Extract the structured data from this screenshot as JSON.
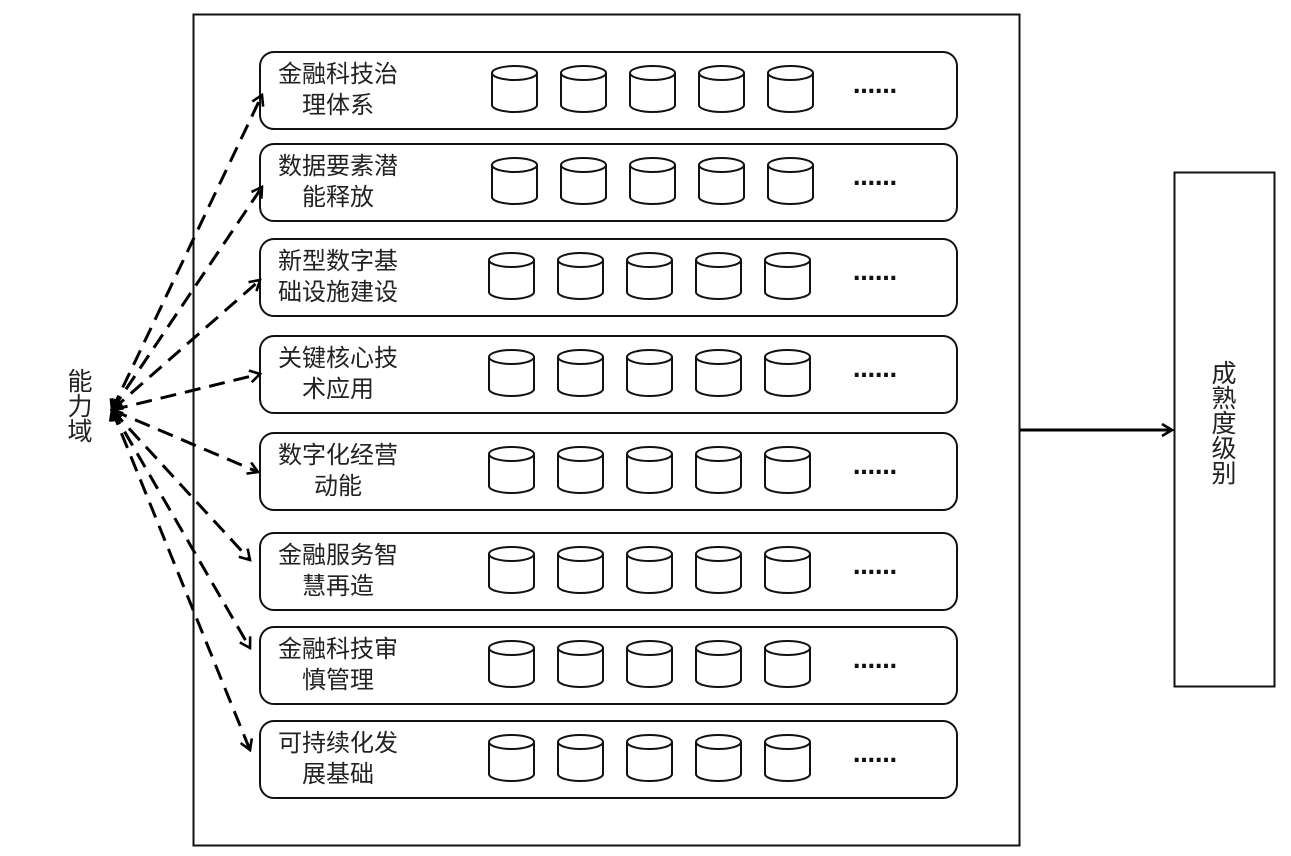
{
  "diagram": {
    "source_label": "能力域",
    "target_label": "成熟度级别",
    "ellipsis": "……",
    "items_per_row": 5,
    "rows": [
      {
        "label_line1": "金融科技治",
        "label_line2": "理体系"
      },
      {
        "label_line1": "数据要素潜",
        "label_line2": "能释放"
      },
      {
        "label_line1": "新型数字基",
        "label_line2": "础设施建设"
      },
      {
        "label_line1": "关键核心技",
        "label_line2": "术应用"
      },
      {
        "label_line1": "数字化经营",
        "label_line2": "动能"
      },
      {
        "label_line1": "金融服务智",
        "label_line2": "慧再造"
      },
      {
        "label_line1": "金融科技审",
        "label_line2": "慎管理"
      },
      {
        "label_line1": "可持续化发",
        "label_line2": "展基础"
      }
    ]
  }
}
